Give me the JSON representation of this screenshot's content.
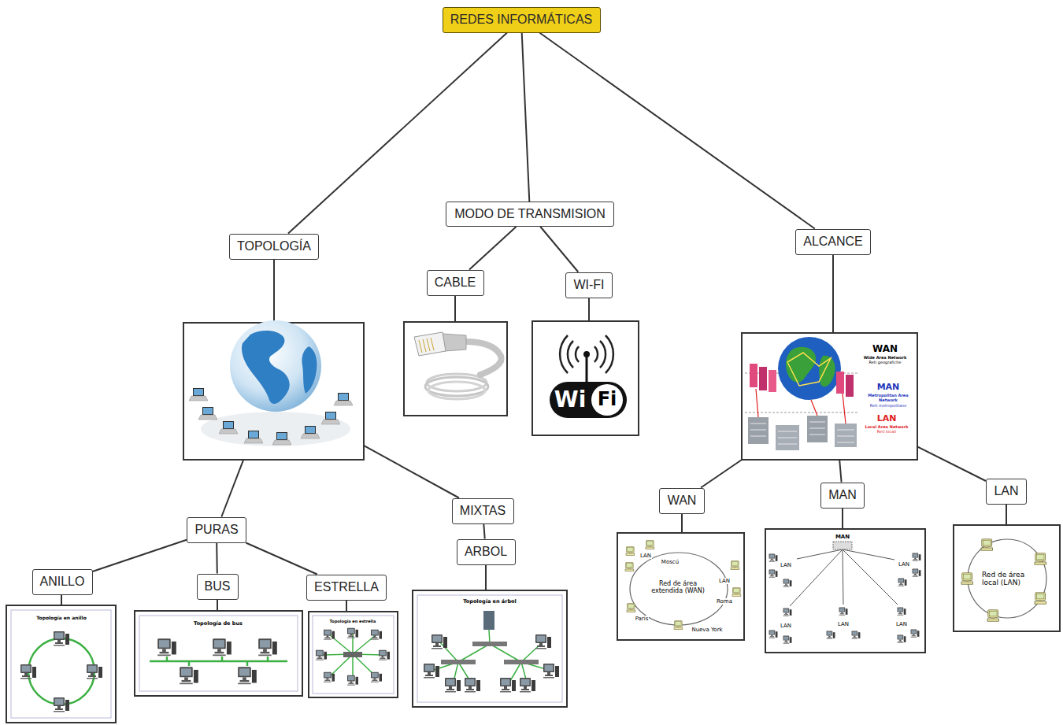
{
  "diagram": {
    "nodes": [
      {
        "text": [
          "REDES INFORMÁTICAS"
        ]
      },
      {
        "text": [
          "TOPOLOGÍA"
        ]
      },
      {
        "text": [
          "MODO DE TRANSMISION"
        ]
      },
      {
        "text": [
          "ALCANCE"
        ]
      },
      {
        "text": [
          "CABLE"
        ]
      },
      {
        "text": [
          "WI-FI"
        ]
      },
      {
        "text": [
          "PURAS"
        ]
      },
      {
        "text": [
          "MIXTAS"
        ]
      },
      {
        "text": [
          "ARBOL"
        ]
      },
      {
        "text": [
          "ANILLO"
        ]
      },
      {
        "text": [
          "BUS"
        ]
      },
      {
        "text": [
          "ESTRELLA"
        ]
      },
      {
        "text": [
          "WAN"
        ]
      },
      {
        "text": [
          "MAN"
        ]
      },
      {
        "text": [
          "LAN"
        ]
      }
    ],
    "edges": [
      {
        "from": 0,
        "to": 1,
        "arrow": "none"
      },
      {
        "from": 0,
        "to": 2,
        "arrow": "none"
      },
      {
        "from": 0,
        "to": 3,
        "arrow": "none"
      },
      {
        "from": 1,
        "to": 6,
        "arrow": "none"
      },
      {
        "from": 1,
        "to": 7,
        "arrow": "none"
      },
      {
        "from": 2,
        "to": 4,
        "arrow": "none"
      },
      {
        "from": 2,
        "to": 5,
        "arrow": "none"
      },
      {
        "from": 3,
        "to": 12,
        "arrow": "none"
      },
      {
        "from": 3,
        "to": 13,
        "arrow": "none"
      },
      {
        "from": 3,
        "to": 14,
        "arrow": "none"
      },
      {
        "from": 6,
        "to": 9,
        "arrow": "none"
      },
      {
        "from": 6,
        "to": 10,
        "arrow": "none"
      },
      {
        "from": 6,
        "to": 11,
        "arrow": "none"
      },
      {
        "from": 7,
        "to": 8,
        "arrow": "none"
      }
    ],
    "labels": [
      "Wi",
      "Fi",
      "WAN",
      "Wide Area Network",
      "Reti geografiche",
      "MAN",
      "Metropolitan Area Network",
      "Reti metropolitane",
      "LAN",
      "Local Area Network",
      "Reti locali",
      "Topología en anillo",
      "Topología de bus",
      "Topología en estrella",
      "Topología en árbol",
      "LAN",
      "Moscú",
      "Red de área extendida (WAN)",
      "LAN",
      "Roma",
      "Paris",
      "Nueva York",
      "MAN",
      "LAN",
      "LAN",
      "LAN",
      "LAN",
      "LAN",
      "Red de área local (LAN)"
    ]
  }
}
